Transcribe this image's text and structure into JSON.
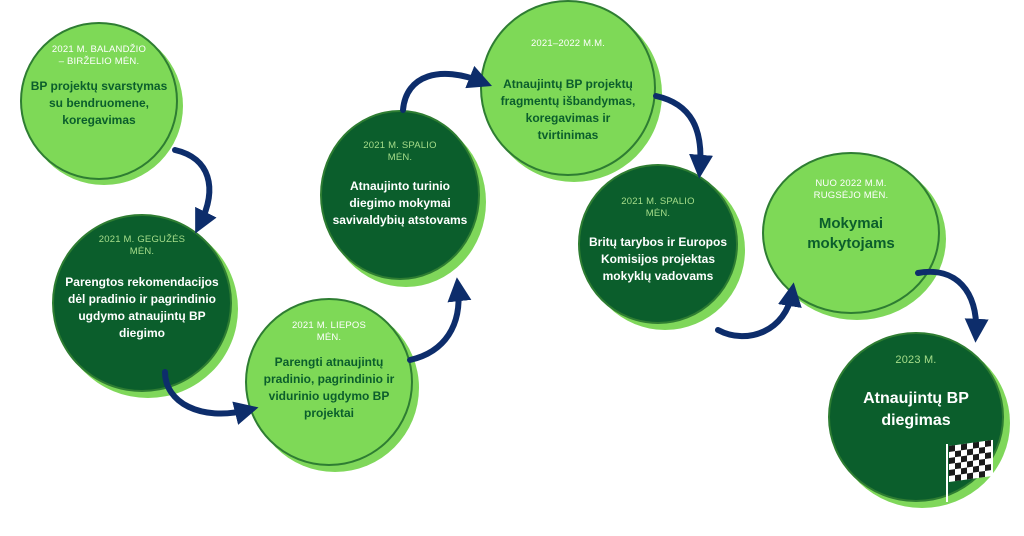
{
  "steps": [
    {
      "date": "2021 m. balandžio – birželio mėn.",
      "text": "BP projektų svarstymas su bendruomene, koregavimas"
    },
    {
      "date": "2021 m. gegužės mėn.",
      "text": "Parengtos rekomendacijos dėl pradinio ir pagrindinio ugdymo atnaujintų BP diegimo"
    },
    {
      "date": "2021 m. liepos mėn.",
      "text": "Parengti atnaujintų pradinio, pagrindinio ir vidurinio ugdymo BP projektai"
    },
    {
      "date": "2021 m. spalio mėn.",
      "text": "Atnaujinto turinio diegimo mokymai savivaldybių atstovams"
    },
    {
      "date": "2021–2022 m.m.",
      "text": "Atnaujintų BP projektų fragmentų išbandymas, koregavimas ir tvirtinimas"
    },
    {
      "date": "2021 m. spalio mėn.",
      "text": "Britų tarybos ir Europos Komisijos projektas mokyklų vadovams"
    },
    {
      "date": "Nuo 2022 m.m. rugsėjo mėn.",
      "text": "Mokymai mokytojams"
    },
    {
      "date": "2023 m.",
      "text": "Atnaujintų BP diegimas"
    }
  ],
  "colors": {
    "light_green": "#7ed957",
    "dark_green": "#0b5e2c",
    "arrow_navy": "#0d2d6b"
  },
  "icons": {
    "finish": "checkered-flag-icon"
  }
}
